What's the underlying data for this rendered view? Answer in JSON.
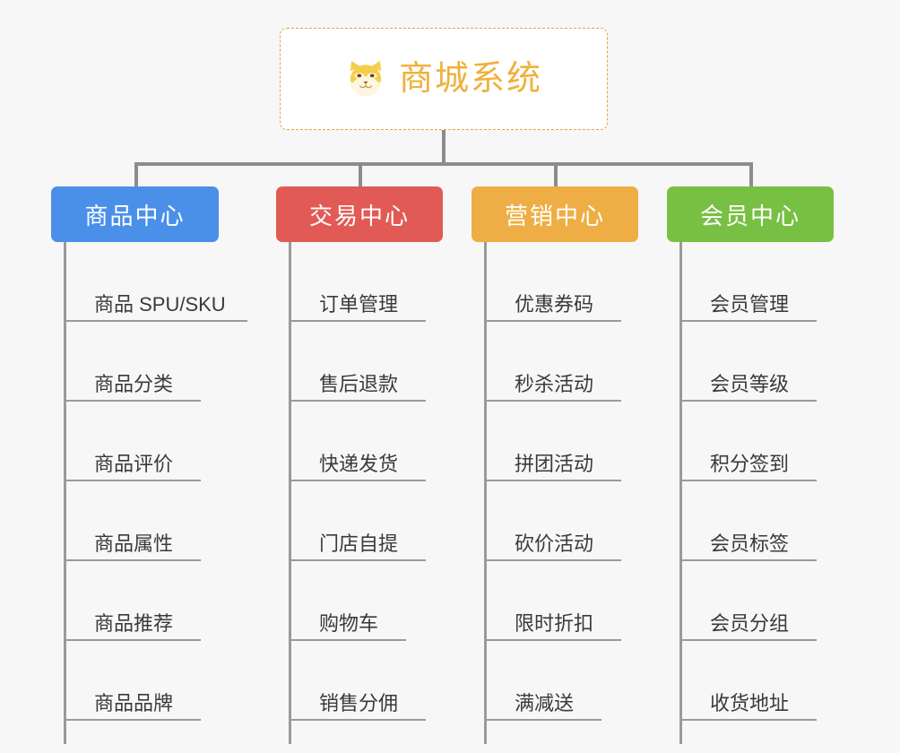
{
  "root": {
    "title": "商城系统",
    "icon": "shiba-dog-icon",
    "border_color": "#e8a33d",
    "text_color": "#efb13c"
  },
  "canvas": {
    "background": "#f7f7f7",
    "connector_color": "#8c8c8c"
  },
  "branches": [
    {
      "label": "商品中心",
      "color": "#4a90e8",
      "items": [
        "商品 SPU/SKU",
        "商品分类",
        "商品评价",
        "商品属性",
        "商品推荐",
        "商品品牌"
      ]
    },
    {
      "label": "交易中心",
      "color": "#e25a55",
      "items": [
        "订单管理",
        "售后退款",
        "快递发货",
        "门店自提",
        "购物车",
        "销售分佣"
      ]
    },
    {
      "label": "营销中心",
      "color": "#eeae45",
      "items": [
        "优惠券码",
        "秒杀活动",
        "拼团活动",
        "砍价活动",
        "限时折扣",
        "满减送"
      ]
    },
    {
      "label": "会员中心",
      "color": "#78c044",
      "items": [
        "会员管理",
        "会员等级",
        "积分签到",
        "会员标签",
        "会员分组",
        "收货地址"
      ]
    }
  ]
}
